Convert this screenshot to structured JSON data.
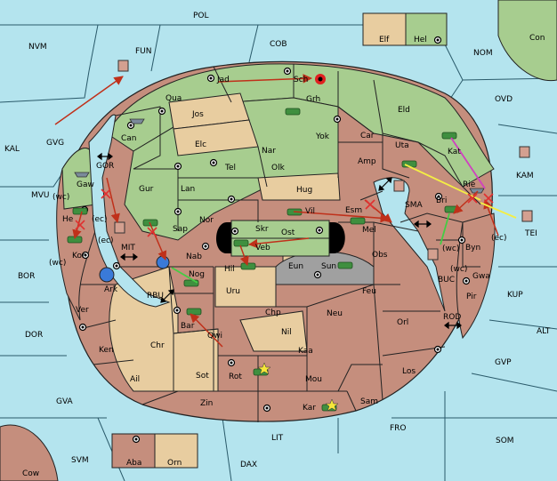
{
  "colors": {
    "sea": "#b4e4ee",
    "inland": "#a8dceb",
    "green": "#a7cd8f",
    "brown": "#c58e7d",
    "tan": "#e8cda0",
    "gray": "#a0a0a0",
    "border": "#222222",
    "order": "#c0301a",
    "cut": "#e03030",
    "yellow": "#f4ee44",
    "magenta": "#d040c0",
    "lime": "#44cc44"
  },
  "sea_labels": [
    "POL",
    "NVM",
    "FUN",
    "COB",
    "NOM",
    "Con",
    "OVD",
    "KAL",
    "GVG",
    "KAM",
    "MVU",
    "GOR",
    "(wc)",
    "(ec)",
    "MIT",
    "SMA",
    "TEI",
    "BOR",
    "BUC",
    "RBU",
    "KUP",
    "DOR",
    "ROD",
    "ALT",
    "GVP",
    "GVA",
    "FRO",
    "SOM",
    "LIT",
    "SVM",
    "DAX"
  ],
  "inner_labels": [
    "Jad",
    "Sch",
    "Qua",
    "Grh",
    "Jos",
    "Eld",
    "Can",
    "Yok",
    "Car",
    "Elc",
    "Nar",
    "Uta",
    "Kat",
    "Tel",
    "Olk",
    "Amp",
    "Gur",
    "Lan",
    "Hug",
    "Esm",
    "Bri",
    "Rie",
    "Gaw",
    "He",
    "Vil",
    "Nor",
    "Skr",
    "Mel",
    "Sap",
    "Ost",
    "Byn",
    "Kor",
    "Nab",
    "Veb",
    "Obs",
    "Gwa",
    "Hil",
    "Eun",
    "Sun",
    "Pir",
    "Ark",
    "Nog",
    "Uru",
    "Feu",
    "Ver",
    "Chp",
    "Neu",
    "Orl",
    "Bar",
    "Qwi",
    "Nil",
    "Ken",
    "Chr",
    "Kaa",
    "Los",
    "Rot",
    "Ail",
    "Sot",
    "Mou",
    "Zin",
    "Kar",
    "Sam",
    "Aba",
    "Orn",
    "Elf",
    "Hel",
    "Cow"
  ],
  "misc": {
    "wc": "(wc)",
    "ec": "(ec)"
  },
  "icons": [
    "supply-center-icon",
    "army-icon",
    "fleet-icon",
    "flag-icon",
    "explosion-icon",
    "star-icon",
    "double-arrow-icon",
    "globe-icon"
  ]
}
